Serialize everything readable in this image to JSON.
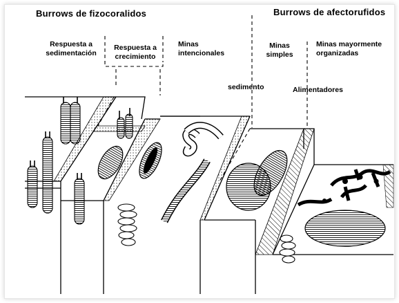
{
  "headers": {
    "left": "Burrows de fizocoralidos",
    "right": "Burrows de afectorufidos"
  },
  "labels": {
    "respuesta_sedimentacion": "Respuesta a\nsedimentación",
    "respuesta_crecimiento": "Respuesta a\ncrecimiento",
    "minas_intencionales": "Minas\nintencionales",
    "minas_simples": "Minas\nsimples",
    "minas_organizadas": "Minas mayormente\norganizadas",
    "sedimento": "sedimento",
    "alimentadores": "Alimentadores"
  }
}
